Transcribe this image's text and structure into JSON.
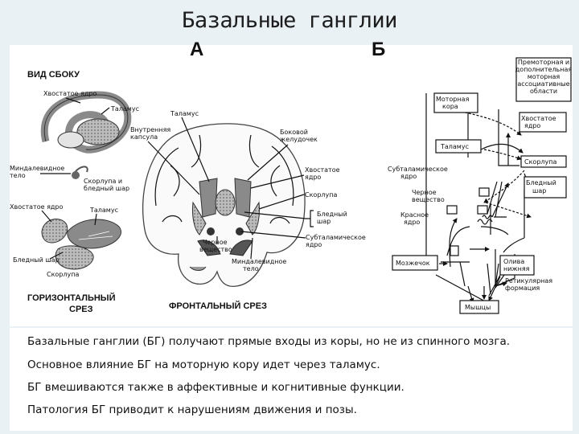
{
  "title": "Базальные ганглии",
  "panel_labels": {
    "a": "А",
    "b": "Б"
  },
  "figure_a": {
    "lateral_view_title": "ВИД СБОКУ",
    "horizontal_title_line1": "ГОРИЗОНТАЛЬНЫЙ",
    "horizontal_title_line2": "СРЕЗ",
    "frontal_title": "ФРОНТАЛЬНЫЙ СРЕЗ",
    "labels": {
      "caudate_top": "Хвостатое ядро",
      "thalamus_left": "Таламус",
      "amygdala_1": "Миндалевидное",
      "amygdala_2": "тело",
      "putamen_pallidus_1": "Скорлупа и",
      "putamen_pallidus_2": "бледный шар",
      "caudate_mid": "Хвостатое ядро",
      "thalamus_mid": "Таламус",
      "globus_pallidus_left": "Бледный шар",
      "putamen_left": "Скорлупа",
      "thalamus_center": "Таламус",
      "internal_capsule_1": "Внутренняя",
      "internal_capsule_2": "капсула",
      "lateral_ventricle_1": "Боковой",
      "lateral_ventricle_2": "желудочек",
      "caudate_right_1": "Хвостатое",
      "caudate_right_2": "ядро",
      "putamen_right": "Скорлупа",
      "globus_pallidus_right_1": "Бледный",
      "globus_pallidus_right_2": "шар",
      "subthalamic_1": "Субталамическое",
      "subthalamic_2": "ядро",
      "substantia_nigra_1": "Черное",
      "substantia_nigra_2": "вещество",
      "amygdala_center_1": "Миндалевидное",
      "amygdala_center_2": "тело"
    }
  },
  "figure_b": {
    "premotor_1": "Премоторная и",
    "premotor_2": "дополнительная",
    "premotor_3": "моторная",
    "premotor_4": "ассоциативные",
    "premotor_5": "области",
    "motor_cortex_1": "Моторная",
    "motor_cortex_2": "кора",
    "caudate_1": "Хвостатое",
    "caudate_2": "ядро",
    "thalamus": "Таламус",
    "putamen": "Скорлупа",
    "subthalamic_1": "Субталамическое",
    "subthalamic_2": "ядро",
    "globus_pallidus_1": "Бледный",
    "globus_pallidus_2": "шар",
    "substantia_nigra_1": "Черное",
    "substantia_nigra_2": "вещество",
    "red_nucleus_1": "Красное",
    "red_nucleus_2": "ядро",
    "cerebellum": "Мозжечок",
    "olive_1": "Олива",
    "olive_2": "нижняя",
    "reticular_1": "Ретикулярная",
    "reticular_2": "формация",
    "muscles": "Мышцы"
  },
  "bullets": [
    "Базальные ганглии (БГ) получают прямые входы из коры, но не из спинного мозга.",
    "Основное влияние БГ на моторную кору идет через таламус.",
    "БГ вмешиваются также в аффективные и когнитивные функции.",
    "Патология БГ приводит к нарушениям движения и позы."
  ]
}
